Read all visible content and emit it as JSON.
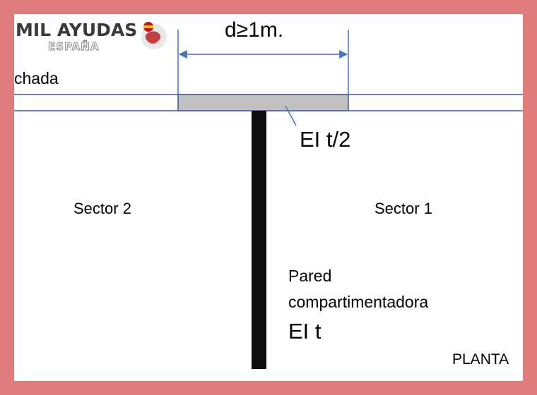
{
  "logo": {
    "main_text": "MIL AYUDAS",
    "sub_text": "ESPAÑA",
    "globe_icon": "spain-globe-icon"
  },
  "diagram": {
    "distance_label": "d≥1m.",
    "facade_label": "chada",
    "facade_strip_label": "EI t/2",
    "sector_left": "Sector 2",
    "sector_right": "Sector 1",
    "wall_label_line1": "Pared",
    "wall_label_line2": "compartimentadora",
    "wall_rating": "EI t",
    "view_label": "PLANTA"
  },
  "colors": {
    "frame": "#e07c7c",
    "line": "#3b5c9e",
    "dimension": "#4472c4",
    "strip": "#c0c0c0",
    "wall": "#0d0d0d"
  }
}
